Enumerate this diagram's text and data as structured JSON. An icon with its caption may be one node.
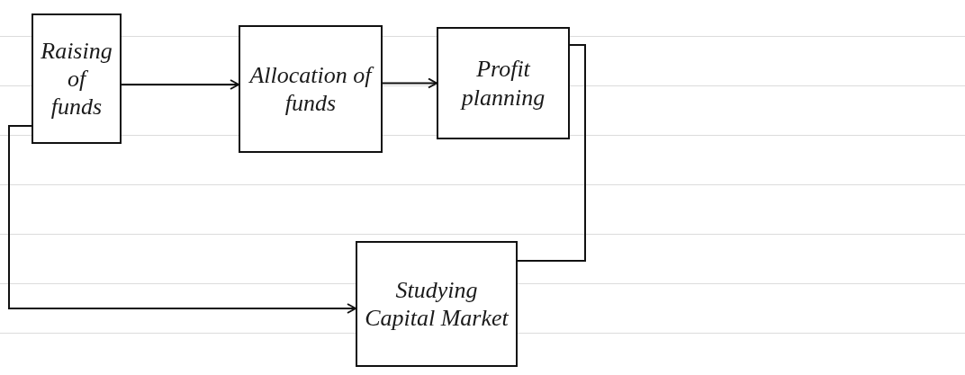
{
  "diagram": {
    "nodes": [
      {
        "text": [
          "Raising of funds"
        ]
      },
      {
        "text": [
          "Allocation of funds"
        ]
      },
      {
        "text": [
          "Profit planning"
        ]
      },
      {
        "text": [
          "Studying Capital Market"
        ]
      }
    ],
    "edges": [
      {
        "from": 0,
        "to": 1,
        "arrow": "to"
      },
      {
        "from": 1,
        "to": 2,
        "arrow": "to"
      },
      {
        "from": 0,
        "to": 3,
        "arrow": "to"
      },
      {
        "from": 2,
        "to": 3,
        "arrow": "none"
      }
    ]
  }
}
